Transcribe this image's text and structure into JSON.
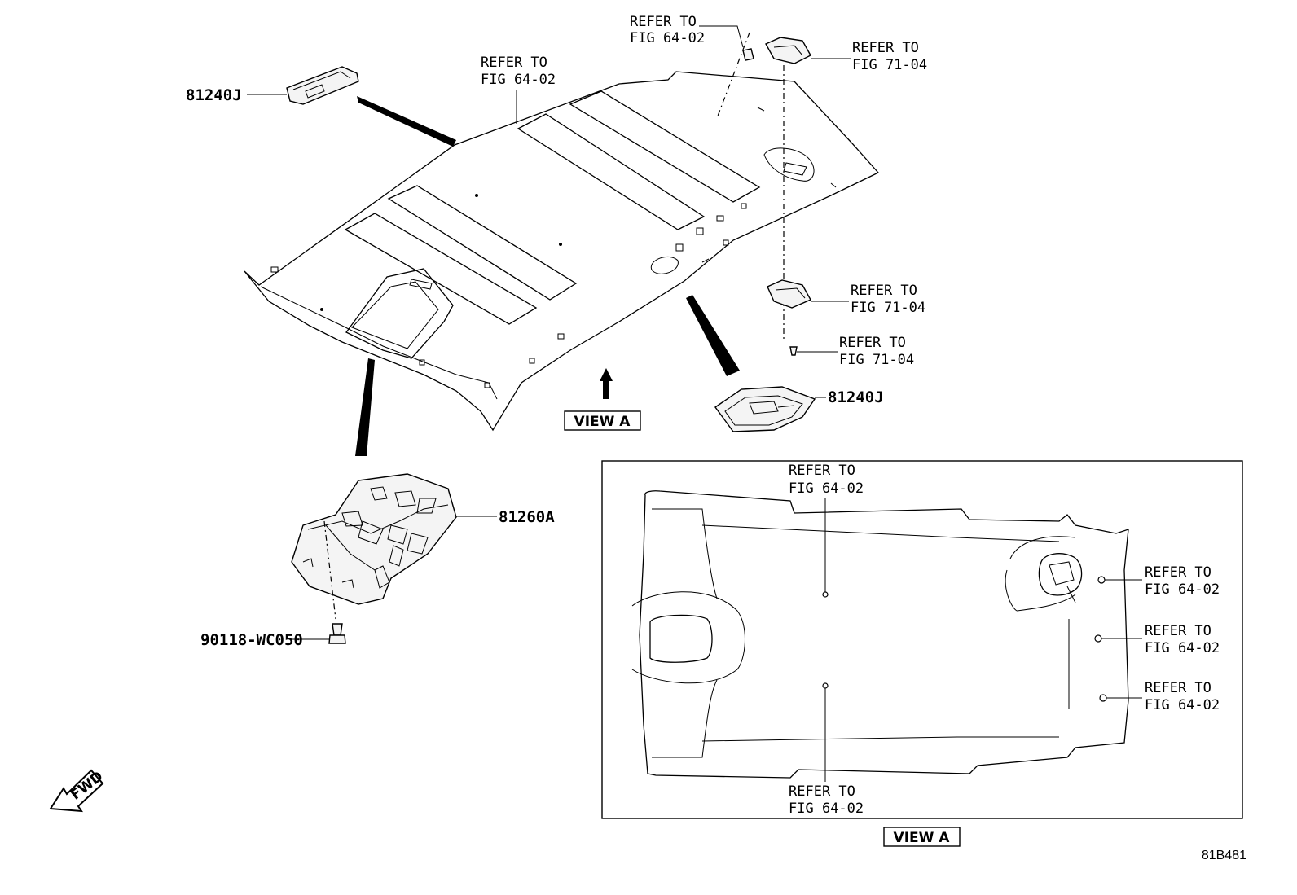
{
  "labels": {
    "refer_64_02": [
      "REFER TO",
      "FIG 64-02"
    ],
    "refer_71_04": [
      "REFER TO",
      "FIG 71-04"
    ]
  },
  "parts": {
    "map_lamp_top": "81240J",
    "map_lamp_bottom": "81240J",
    "console_box": "81260A",
    "screw": "90118-WC050"
  },
  "view_label": "VIEW A",
  "fwd_label": "FWD",
  "figure_id": "81B481"
}
